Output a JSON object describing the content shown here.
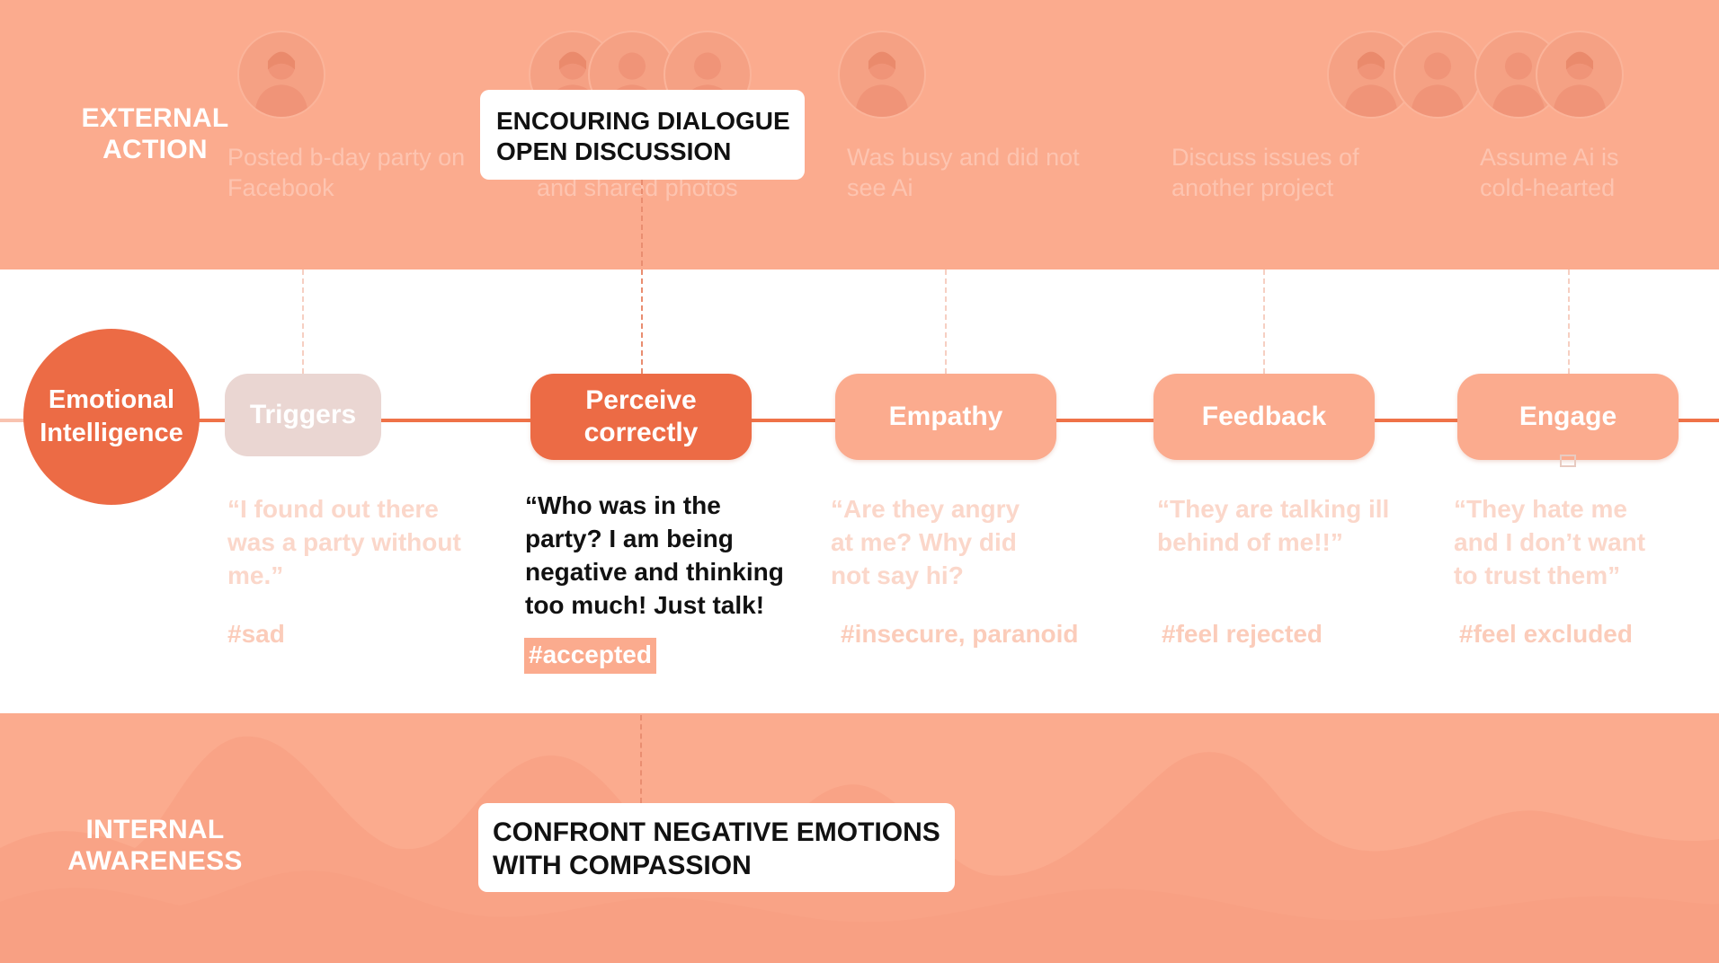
{
  "bands": {
    "external": [
      "EXTERNAL",
      "ACTION"
    ],
    "internal": [
      "INTERNAL",
      "AWARENESS"
    ]
  },
  "center": [
    "Emotional",
    "Intelligence"
  ],
  "external_actions": [
    [
      "Posted b-day party on",
      "Facebook"
    ],
    [
      "and shared photos"
    ],
    [
      "Was busy and did not",
      "see Ai"
    ],
    [
      "Discuss issues of",
      "another project"
    ],
    [
      "Assume Ai is",
      "cold-hearted"
    ]
  ],
  "callouts": {
    "top": [
      "ENCOURING DIALOGUE",
      "OPEN DISCUSSION"
    ],
    "bottom": [
      "CONFRONT NEGATIVE EMOTIONS",
      "WITH COMPASSION"
    ]
  },
  "stages": [
    {
      "label": [
        "Triggers"
      ],
      "quote": [
        "“I found out there",
        "was a party without",
        "me.”"
      ],
      "tag": "#sad"
    },
    {
      "label": [
        "Perceive",
        "correctly"
      ],
      "quote": [
        "“Who was in the",
        "party? I am being",
        "negative and thinking",
        "too much! Just talk!"
      ],
      "tag": "#accepted"
    },
    {
      "label": [
        "Empathy"
      ],
      "quote": [
        "“Are they angry",
        "at me? Why did",
        "not say hi?"
      ],
      "tag": "#insecure, paranoid"
    },
    {
      "label": [
        "Feedback"
      ],
      "quote": [
        "“They are talking ill",
        "behind of me!!”"
      ],
      "tag": "#feel rejected"
    },
    {
      "label": [
        "Engage"
      ],
      "quote": [
        "“They hate me",
        "and I don’t want",
        "to trust them”"
      ],
      "tag": "#feel excluded"
    }
  ],
  "colors": {
    "band": "#fbab8e",
    "accent": "#ec6b45",
    "triggers_pill": "#ead6d2",
    "active_text": "#111111"
  },
  "icons": [
    "person-avatar-icon"
  ]
}
